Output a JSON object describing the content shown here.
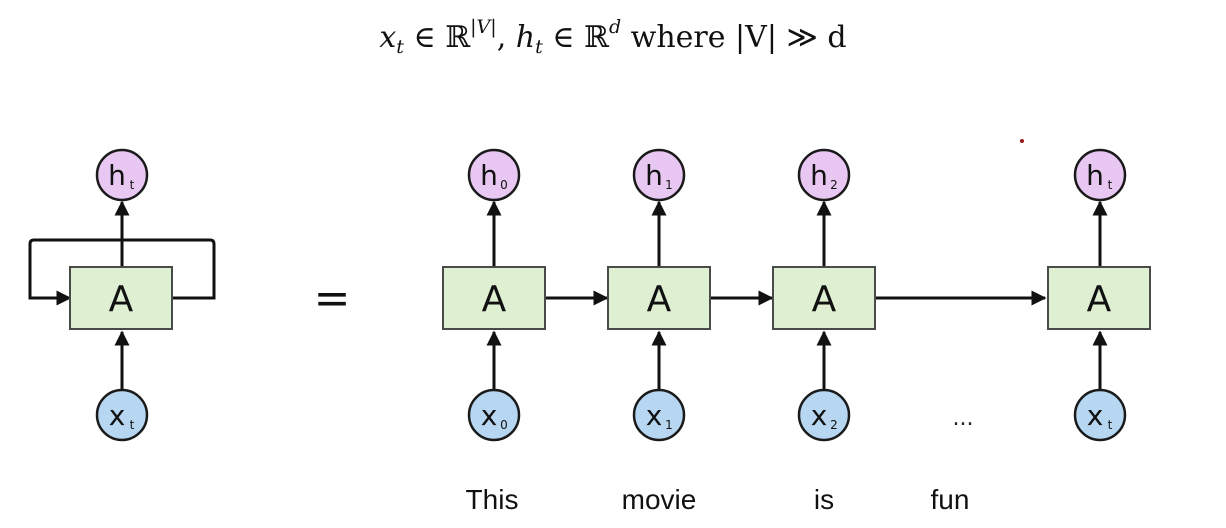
{
  "formula": {
    "x_var": "x",
    "t_sub": "t",
    "in_sym": " ∈ ",
    "reals": "ℝ",
    "vocab_sup": "|V|",
    "comma": ", ",
    "h_var": "h",
    "d_sup": "d",
    "tail": " where |V| ≫ d"
  },
  "colors": {
    "cell_fill": "#dff0d2",
    "hidden_node_fill": "#e8c8f2",
    "input_node_fill": "#b6d6f1",
    "marker_dot": "#9b1b1b"
  },
  "folded": {
    "cell_label": "A",
    "hidden": {
      "letter": "h",
      "sub": "t"
    },
    "input": {
      "letter": "x",
      "sub": "t"
    }
  },
  "equals": "=",
  "unrolled": [
    {
      "cell_label": "A",
      "hidden": {
        "letter": "h",
        "sub": "0"
      },
      "input": {
        "letter": "x",
        "sub": "0"
      },
      "word": "This"
    },
    {
      "cell_label": "A",
      "hidden": {
        "letter": "h",
        "sub": "1"
      },
      "input": {
        "letter": "x",
        "sub": "1"
      },
      "word": "movie"
    },
    {
      "cell_label": "A",
      "hidden": {
        "letter": "h",
        "sub": "2"
      },
      "input": {
        "letter": "x",
        "sub": "2"
      },
      "word": "is"
    },
    {
      "cell_label": "A",
      "hidden": {
        "letter": "h",
        "sub": "t"
      },
      "input": {
        "letter": "x",
        "sub": "t"
      },
      "word": ""
    }
  ],
  "ellipsis": "...",
  "extra_word": "fun"
}
